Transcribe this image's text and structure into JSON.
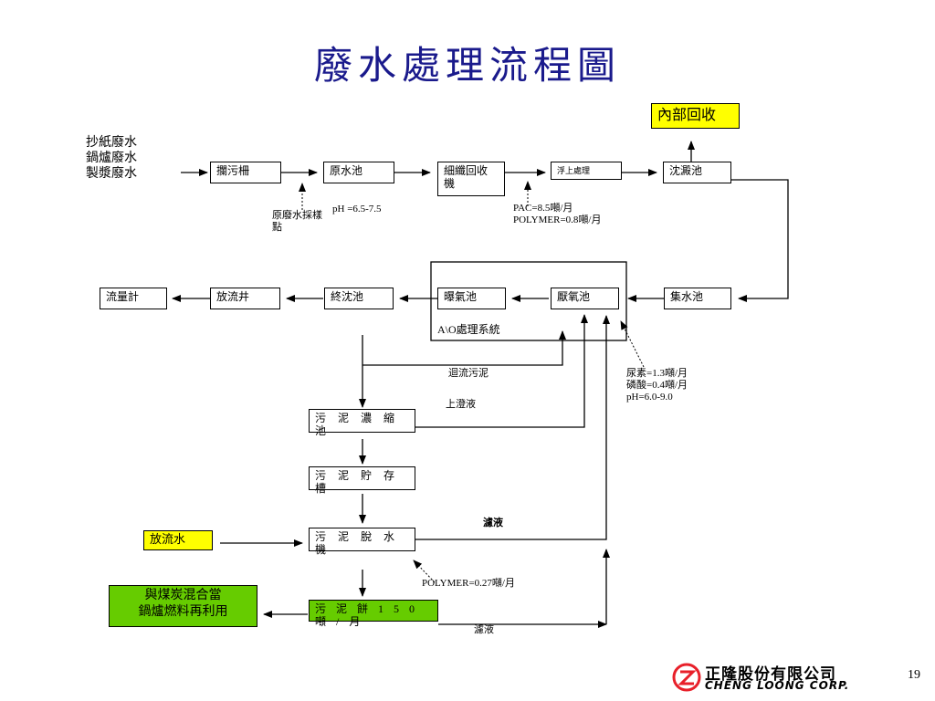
{
  "title": "廢水處理流程圖",
  "sources": [
    "抄紙廢水",
    "鍋爐廢水",
    "製漿廢水"
  ],
  "nodes": {
    "lanwu": "攔污柵",
    "yuanshui": "原水池",
    "xiqian": "細纖回收\n機",
    "fushang": "浮上處理",
    "chendian": "沈澱池",
    "neibu": "內部回收",
    "jishui": "集水池",
    "yanyang": "厭氧池",
    "puqi": "曝氣池",
    "zhongchen": "終沈池",
    "fangliujing": "放流井",
    "liuliang": "流量計",
    "ao_label": "A\\O處理系統",
    "nongsuo": "污 泥 濃 縮 池",
    "zhucun": "污 泥 貯 存 槽",
    "tuoshui": "污 泥 脫 水 機",
    "nibing": "污 泥 餅 1 5 0 噸 / 月",
    "fangliushui": "放流水",
    "meitan": "與煤炭混合當\n鍋爐燃料再利用"
  },
  "labels": {
    "sample": "原廢水採樣\n點",
    "ph_raw": "pH =6.5-7.5",
    "pac": "PAC=8.5噸/月\nPOLYMER=0.8噸/月",
    "huiliu": "迴流污泥",
    "shangcheng": "上澄液",
    "nutrients": "尿素=1.3噸/月\n磷酸=0.4噸/月\npH=6.0-9.0",
    "lvye1": "濾液",
    "polymer2": "POLYMER=0.27噸/月",
    "lvye2": "濾液"
  },
  "footer": {
    "company_cn": "正隆股份有限公司",
    "company_en": "CHENG LOONG CORP.",
    "page_number": "19"
  }
}
